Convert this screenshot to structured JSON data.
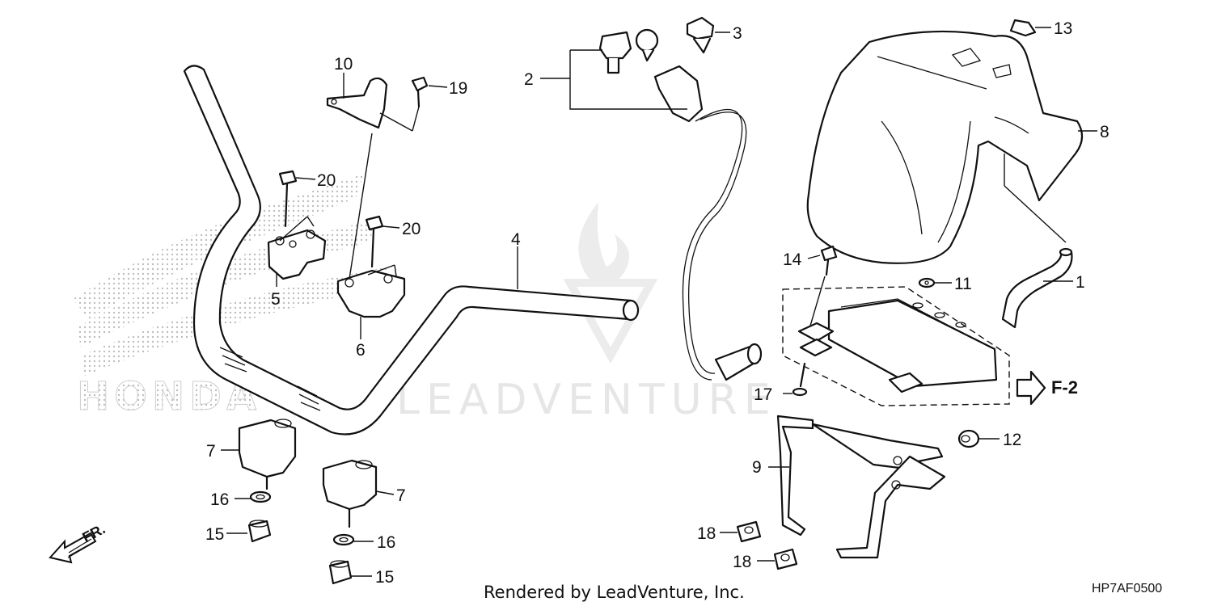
{
  "diagram": {
    "callouts": {
      "c1": "1",
      "c2": "2",
      "c3": "3",
      "c4": "4",
      "c5": "5",
      "c6": "6",
      "c7a": "7",
      "c7b": "7",
      "c8": "8",
      "c9": "9",
      "c10": "10",
      "c11": "11",
      "c12": "12",
      "c13": "13",
      "c14": "14",
      "c15a": "15",
      "c15b": "15",
      "c16a": "16",
      "c16b": "16",
      "c17": "17",
      "c18a": "18",
      "c18b": "18",
      "c19": "19",
      "c20a": "20",
      "c20b": "20"
    },
    "front_arrow_label": "FR.",
    "ref_label": "F-2",
    "diagram_code": "HP7AF0500",
    "footer_text": "Rendered by LeadVenture, Inc.",
    "watermark_text": "LEADVENTURE",
    "brand_text": "HONDA"
  }
}
